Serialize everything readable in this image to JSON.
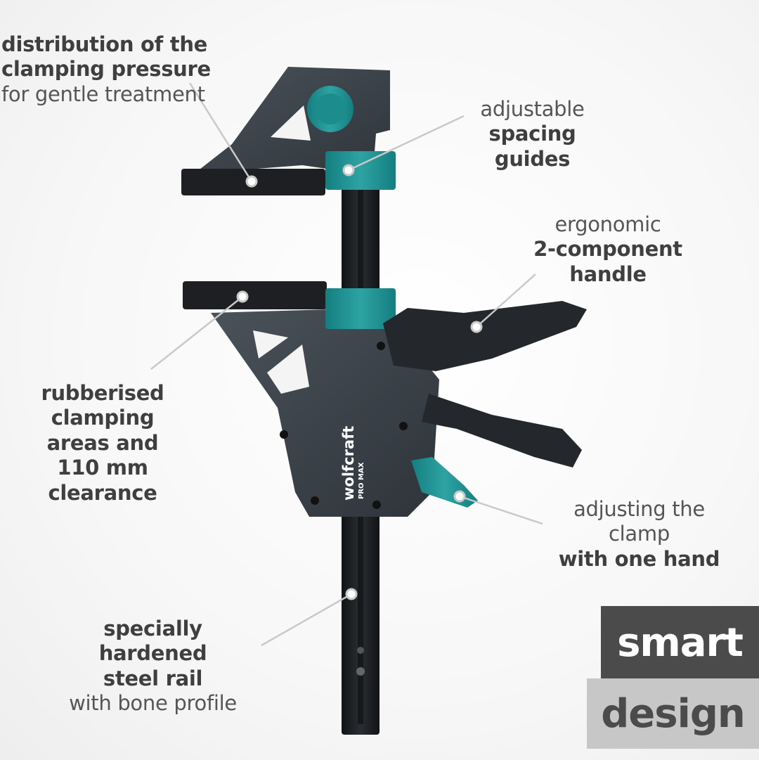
{
  "callouts": {
    "pressure": {
      "bold1": "distribution of the",
      "bold2": "clamping pressure",
      "light": "for gentle treatment"
    },
    "spacing": {
      "light": "adjustable",
      "bold": "spacing guides"
    },
    "handle": {
      "light": "ergonomic",
      "bold": "2-component handle"
    },
    "rubber": {
      "bold1": "rubberised clamping",
      "bold2": "areas and",
      "bold3": "110 mm clearance"
    },
    "adjust": {
      "light": "adjusting the clamp",
      "bold": "with one hand"
    },
    "rail": {
      "bold1": "specially hardened",
      "bold2": "steel rail",
      "light": "with bone profile"
    }
  },
  "brand": {
    "logo": "wolfcraft",
    "model": "PRO MAX"
  },
  "badges": {
    "smart": "smart",
    "design": "design"
  },
  "colors": {
    "body": "#3a4148",
    "teal": "#1f8f8f",
    "black": "#1d1f22",
    "leader": "#c9c9c9"
  }
}
